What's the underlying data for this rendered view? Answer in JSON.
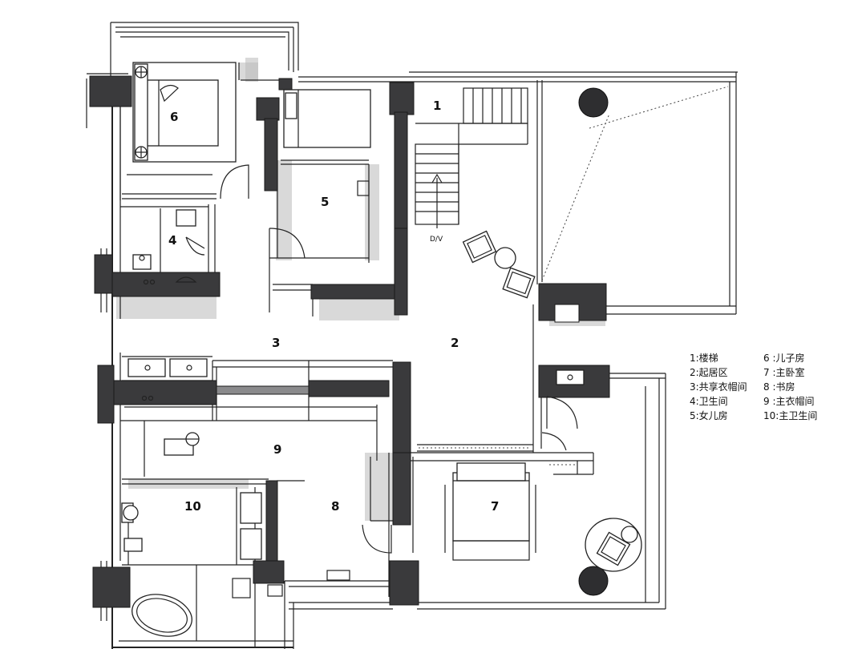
{
  "rooms": {
    "r1": "1",
    "r2": "2",
    "r3": "3",
    "r4": "4",
    "r5": "5",
    "r6": "6",
    "r7": "7",
    "r8": "8",
    "r9": "9",
    "r10": "10"
  },
  "stair_label": "D/V",
  "legend": [
    "1:楼梯",
    "6 :儿子房",
    "2:起居区",
    "7 :主卧室",
    "3:共享衣帽间",
    "8 :书房",
    "4:卫生间",
    "9 :主衣帽间",
    "5:女儿房",
    "10:主卫生间"
  ]
}
